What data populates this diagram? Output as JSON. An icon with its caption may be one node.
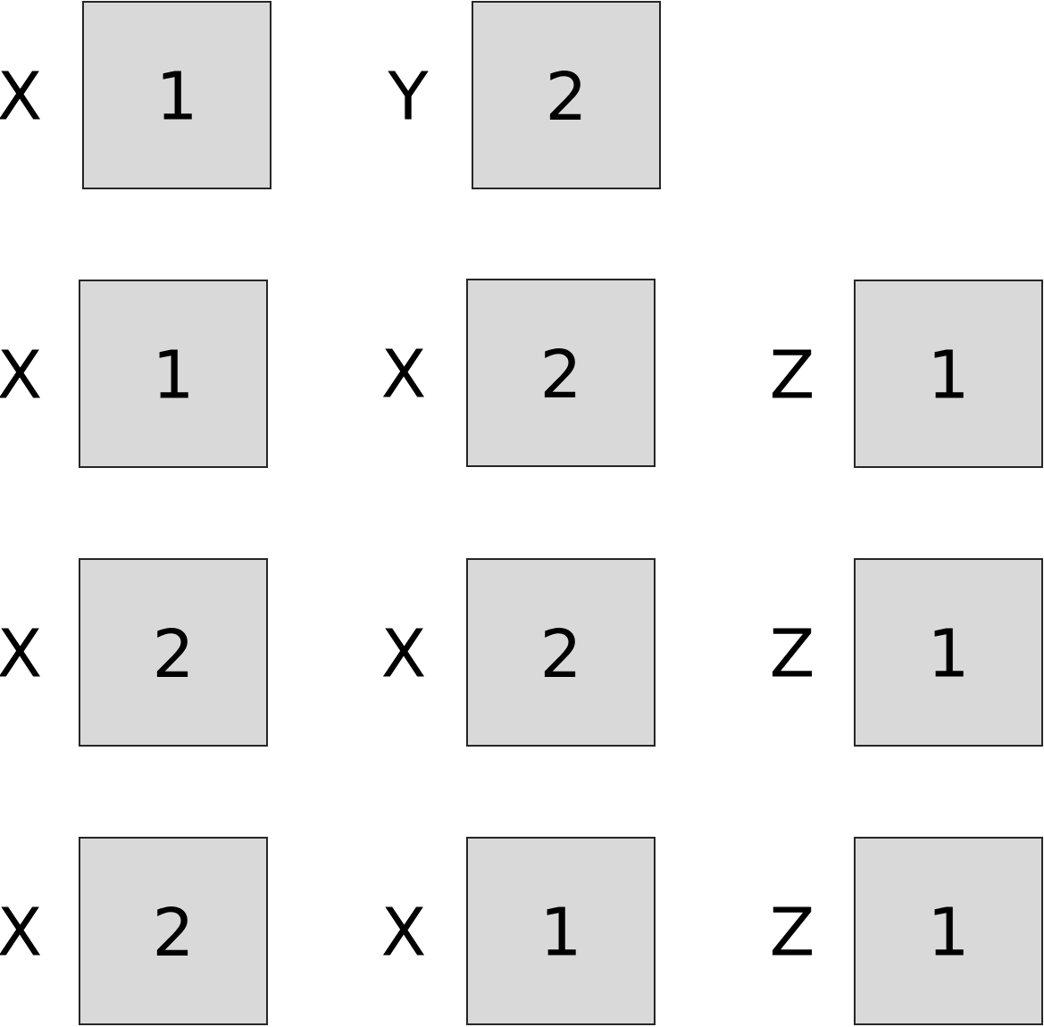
{
  "diagram": {
    "nodes": [
      {
        "text": [
          "1"
        ],
        "beside": [
          "X"
        ]
      },
      {
        "text": [
          "2"
        ],
        "beside": [
          "Y"
        ]
      },
      {
        "text": [
          "1"
        ],
        "beside": [
          "X"
        ]
      },
      {
        "text": [
          "2"
        ],
        "beside": [
          "X"
        ]
      },
      {
        "text": [
          "1"
        ],
        "beside": [
          "Z"
        ]
      },
      {
        "text": [
          "2"
        ],
        "beside": [
          "X"
        ]
      },
      {
        "text": [
          "2"
        ],
        "beside": [
          "X"
        ]
      },
      {
        "text": [
          "1"
        ],
        "beside": [
          "Z"
        ]
      },
      {
        "text": [
          "2"
        ],
        "beside": [
          "X"
        ]
      },
      {
        "text": [
          "1"
        ],
        "beside": [
          "X"
        ]
      },
      {
        "text": [
          "1"
        ],
        "beside": [
          "Z"
        ]
      }
    ]
  }
}
